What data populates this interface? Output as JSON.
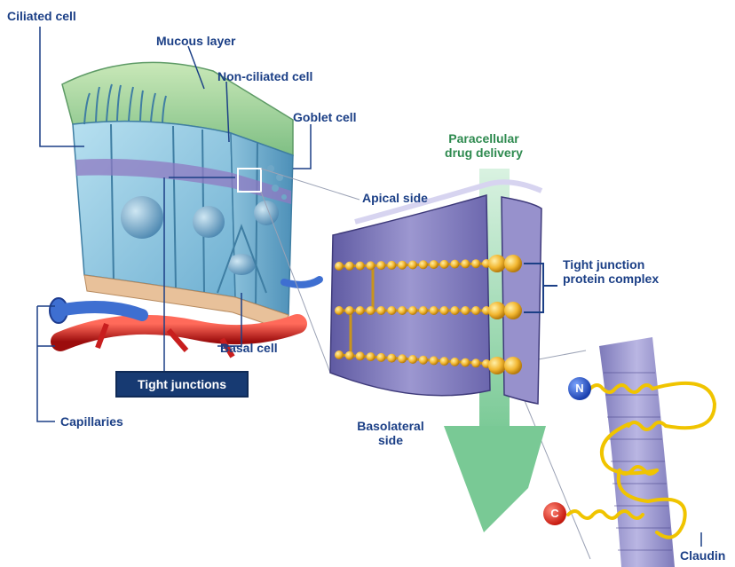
{
  "labels": {
    "ciliated_cell": "Ciliated cell",
    "mucous_layer": "Mucous layer",
    "non_ciliated_cell": "Non-ciliated cell",
    "goblet_cell": "Goblet cell",
    "paracellular_line1": "Paracellular",
    "paracellular_line2": "drug delivery",
    "apical_side": "Apical side",
    "tight_junction_line1": "Tight junction",
    "tight_junction_line2": "protein complex",
    "basal_cell": "Basal cell",
    "tight_junctions": "Tight junctions",
    "capillaries": "Capillaries",
    "basolateral_line1": "Basolateral",
    "basolateral_line2": "side",
    "n_terminus": "N",
    "c_terminus": "C",
    "claudin": "Claudin"
  },
  "colors": {
    "label_text": "#1b3f86",
    "flow_arrow": "#8fd1a6",
    "paracellular_text": "#2e8a4f",
    "cell_blue": "#8fc6df",
    "mucus_green": "#8cc98a",
    "membrane_purple": "#7d79b9",
    "junction_beads": "#f2b731",
    "capillary_red": "#c81e1e",
    "claudin_yellow": "#f6dd1f",
    "tight_junction_box": "#173a72"
  },
  "icons": {
    "n_terminus_ball": "blue-sphere",
    "c_terminus_ball": "red-sphere"
  }
}
